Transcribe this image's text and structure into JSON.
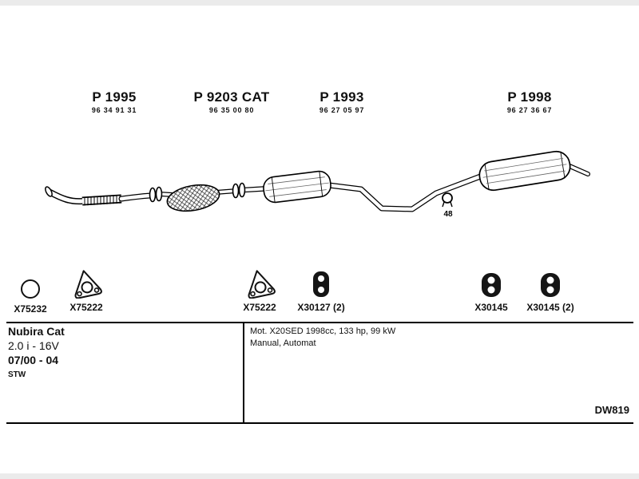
{
  "diagram": {
    "sections": [
      {
        "label": "P 1995",
        "part_number": "96 34 91 31"
      },
      {
        "label": "P 9203 CAT",
        "part_number": "96 35 00 80"
      },
      {
        "label": "P 1993",
        "part_number": "96 27 05 97"
      },
      {
        "label": "P 1998",
        "part_number": "96 27 36 67"
      }
    ],
    "clamp_size": "48"
  },
  "parts": [
    {
      "id": "X75232",
      "icon": "gasket-ring-icon"
    },
    {
      "id": "X75222",
      "icon": "flange-gasket-icon"
    },
    {
      "id": "X75222",
      "icon": "flange-gasket-icon"
    },
    {
      "id": "X30127 (2)",
      "icon": "rubber-hanger-icon"
    },
    {
      "id": "X30145",
      "icon": "rubber-hanger-icon"
    },
    {
      "id": "X30145 (2)",
      "icon": "rubber-hanger-icon"
    }
  ],
  "vehicle": {
    "model": "Nubira Cat",
    "engine": "2.0 i - 16V",
    "years": "07/00 - 04",
    "body_type": "STW"
  },
  "engine_info": {
    "motor": "Mot. X20SED 1998cc, 133 hp, 99 kW",
    "transmission": "Manual, Automat"
  },
  "drawing_code": "DW819",
  "colors": {
    "line": "#000000",
    "background": "#ffffff"
  }
}
